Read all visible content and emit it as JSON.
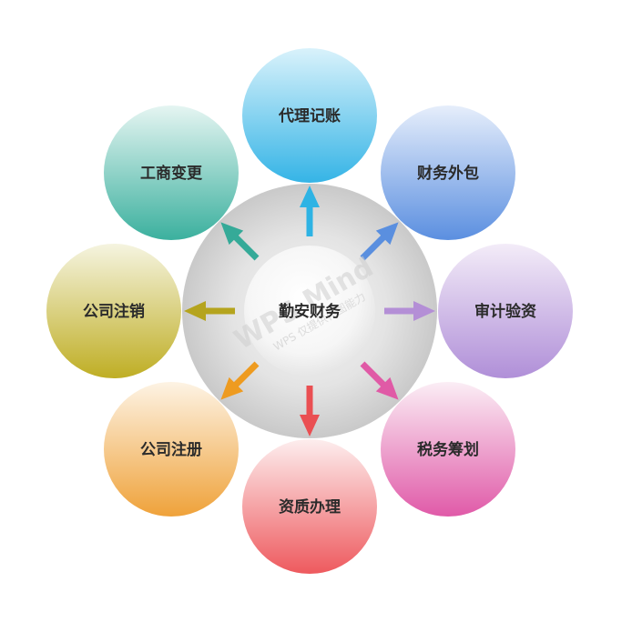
{
  "center": {
    "label": "勤安财务",
    "watermark": "WPS Mind",
    "watermark_sub": "WPS 仅提供作图能力"
  },
  "nodes": [
    {
      "id": "daili-jizhang",
      "label": "代理记账",
      "color_top": "#d9f2fb",
      "color_bottom": "#35b4e6",
      "arrow_color": "#2eb3e4"
    },
    {
      "id": "caiwu-waibao",
      "label": "财务外包",
      "color_top": "#e6eefb",
      "color_bottom": "#5b8fe0",
      "arrow_color": "#5a8fdf"
    },
    {
      "id": "shenji-yanzi",
      "label": "审计验资",
      "color_top": "#f3ecf8",
      "color_bottom": "#b08fd8",
      "arrow_color": "#b48fd6"
    },
    {
      "id": "shuiwu-chouhua",
      "label": "税务筹划",
      "color_top": "#fbeef5",
      "color_bottom": "#e05aa8",
      "arrow_color": "#e05aa6"
    },
    {
      "id": "zizhi-banli",
      "label": "资质办理",
      "color_top": "#fdeeee",
      "color_bottom": "#ee5a5e",
      "arrow_color": "#ea4f52"
    },
    {
      "id": "gongsi-zhuce",
      "label": "公司注册",
      "color_top": "#fdf3e4",
      "color_bottom": "#efa23a",
      "arrow_color": "#ee9b20"
    },
    {
      "id": "gongsi-zhuxiao",
      "label": "公司注销",
      "color_top": "#f5f4e0",
      "color_bottom": "#bfae24",
      "arrow_color": "#b5a41e"
    },
    {
      "id": "gongshang-biangeng",
      "label": "工商变更",
      "color_top": "#e5f5f2",
      "color_bottom": "#3bb09e",
      "arrow_color": "#35aa98"
    }
  ]
}
